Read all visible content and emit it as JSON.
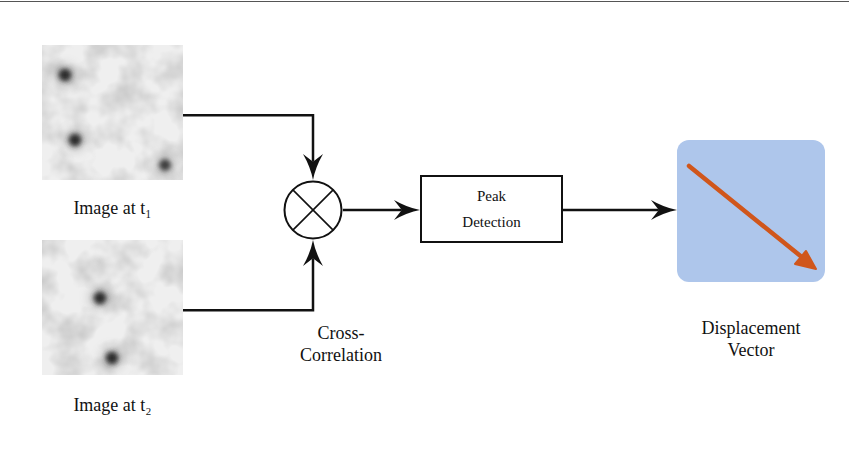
{
  "diagram": {
    "nodes": [
      {
        "text": [
          "Image at t₁"
        ]
      },
      {
        "text": [
          "Image at t₂"
        ]
      },
      {
        "text": [
          "Cross- Correlation"
        ]
      },
      {
        "text": [
          "Peak Detection"
        ]
      },
      {
        "text": [
          "Displacement Vector"
        ]
      }
    ],
    "edges": [
      {
        "from": 0,
        "to": 2,
        "arrow": "to"
      },
      {
        "from": 1,
        "to": 2,
        "arrow": "to"
      },
      {
        "from": 2,
        "to": 3,
        "arrow": "to"
      },
      {
        "from": 3,
        "to": 4,
        "arrow": "to"
      }
    ]
  }
}
